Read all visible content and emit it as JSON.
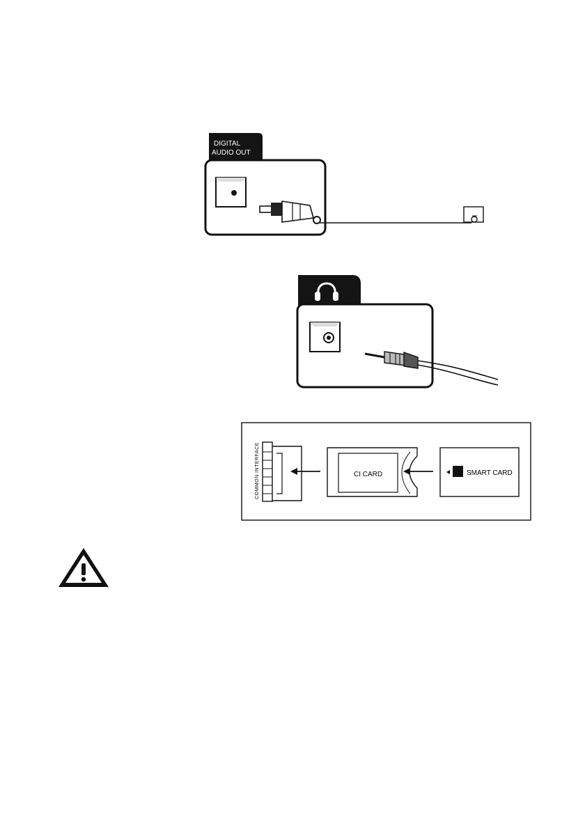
{
  "digital_audio": {
    "tab_line1": "DIGITAL",
    "tab_line2": "AUDIO OUT"
  },
  "headphone": {
    "tab_icon": "headphone-icon"
  },
  "ci_slot": {
    "slot_label": "COMMON INTERFACE",
    "ci_card_label": "CI CARD",
    "smart_card_label": "SMART CARD"
  },
  "warning": {
    "icon": "warning-triangle-icon"
  }
}
